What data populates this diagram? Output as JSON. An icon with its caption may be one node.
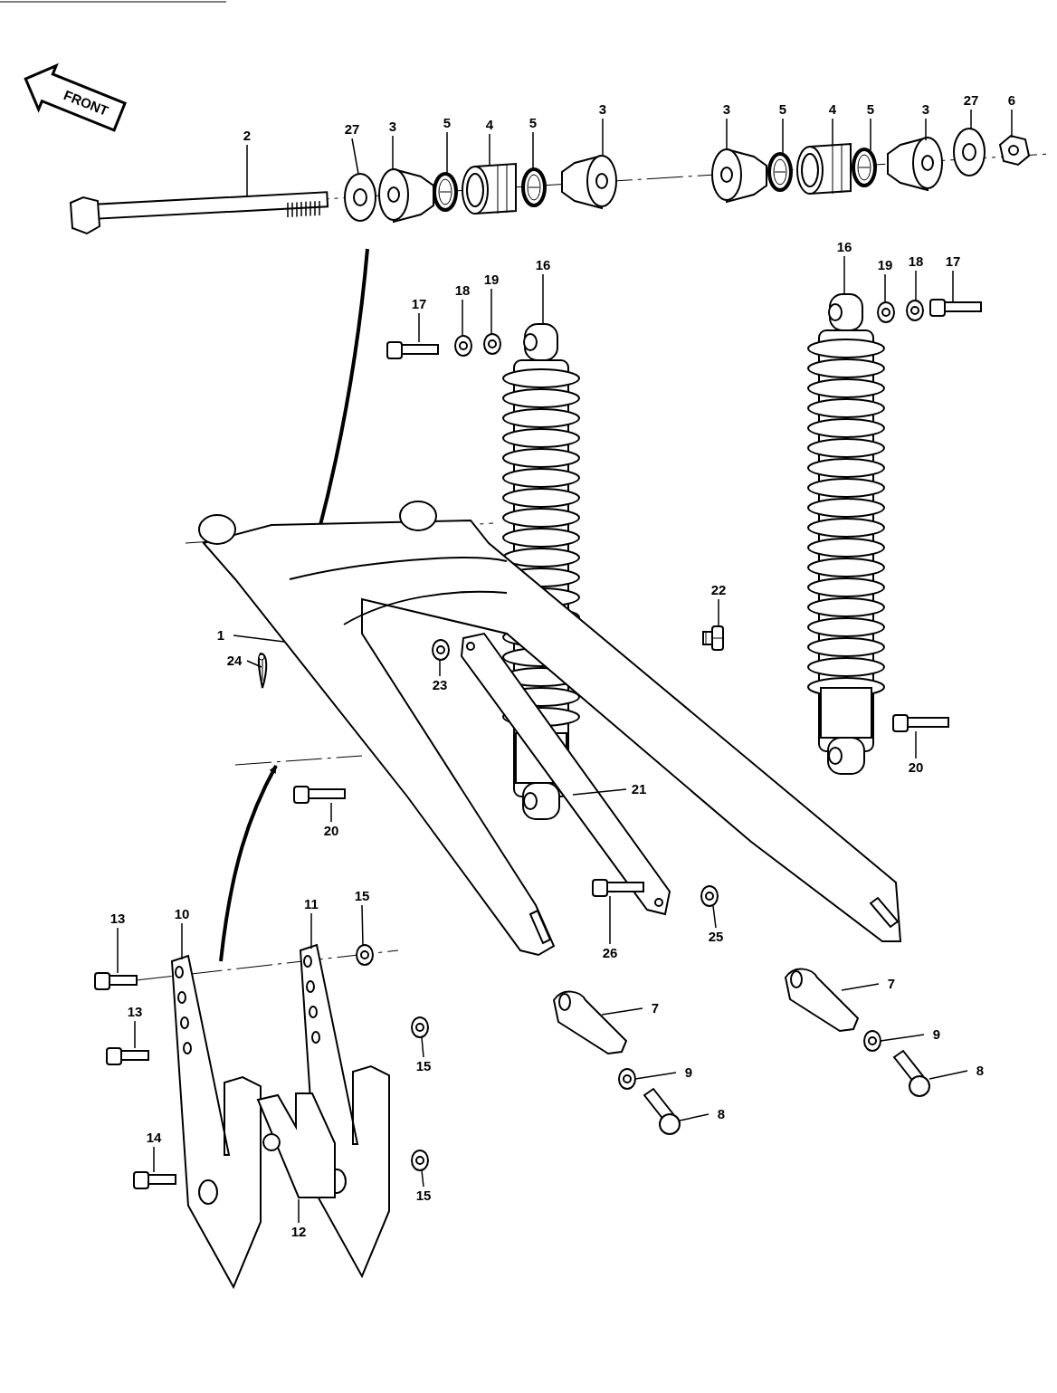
{
  "diagram": {
    "nodes": [
      {
        "text": [
          "2"
        ]
      },
      {
        "text": [
          "27"
        ]
      },
      {
        "text": [
          "3"
        ]
      },
      {
        "text": [
          "5"
        ]
      },
      {
        "text": [
          "4"
        ]
      },
      {
        "text": [
          "5"
        ]
      },
      {
        "text": [
          "3"
        ]
      },
      {
        "text": [
          "3"
        ]
      },
      {
        "text": [
          "5"
        ]
      },
      {
        "text": [
          "4"
        ]
      },
      {
        "text": [
          "5"
        ]
      },
      {
        "text": [
          "3"
        ]
      },
      {
        "text": [
          "27"
        ]
      },
      {
        "text": [
          "6"
        ]
      },
      {
        "text": [
          "16"
        ]
      },
      {
        "text": [
          "17"
        ]
      },
      {
        "text": [
          "18"
        ]
      },
      {
        "text": [
          "19"
        ]
      },
      {
        "text": [
          "16"
        ]
      },
      {
        "text": [
          "19"
        ]
      },
      {
        "text": [
          "18"
        ]
      },
      {
        "text": [
          "17"
        ]
      },
      {
        "text": [
          "22"
        ]
      },
      {
        "text": [
          "1"
        ]
      },
      {
        "text": [
          "24"
        ]
      },
      {
        "text": [
          "23"
        ]
      },
      {
        "text": [
          "20"
        ]
      },
      {
        "text": [
          "21"
        ]
      },
      {
        "text": [
          "20"
        ]
      },
      {
        "text": [
          "13"
        ]
      },
      {
        "text": [
          "10"
        ]
      },
      {
        "text": [
          "11"
        ]
      },
      {
        "text": [
          "15"
        ]
      },
      {
        "text": [
          "26"
        ]
      },
      {
        "text": [
          "25"
        ]
      },
      {
        "text": [
          "7"
        ]
      },
      {
        "text": [
          "7"
        ]
      },
      {
        "text": [
          "13"
        ]
      },
      {
        "text": [
          "15"
        ]
      },
      {
        "text": [
          "9"
        ]
      },
      {
        "text": [
          "9"
        ]
      },
      {
        "text": [
          "8"
        ]
      },
      {
        "text": [
          "8"
        ]
      },
      {
        "text": [
          "14"
        ]
      },
      {
        "text": [
          "15"
        ]
      },
      {
        "text": [
          "12"
        ]
      },
      {
        "text": [],
        "shape": "picture"
      },
      {
        "text": [],
        "shape": "picture"
      },
      {
        "text": [],
        "shape": "picture"
      },
      {
        "text": [],
        "shape": "picture"
      },
      {
        "text": [],
        "shape": "picture"
      },
      {
        "text": [],
        "shape": "picture"
      },
      {
        "text": [],
        "shape": "picture"
      },
      {
        "text": [],
        "shape": "picture"
      },
      {
        "text": [],
        "shape": "picture"
      },
      {
        "text": [],
        "shape": "picture"
      },
      {
        "text": [],
        "shape": "picture"
      },
      {
        "text": [],
        "shape": "picture"
      },
      {
        "text": [],
        "shape": "picture"
      },
      {
        "text": [],
        "shape": "picture"
      },
      {
        "text": [],
        "shape": "picture"
      },
      {
        "text": [],
        "shape": "picture"
      },
      {
        "text": [],
        "shape": "picture"
      },
      {
        "text": [],
        "shape": "picture"
      },
      {
        "text": [],
        "shape": "picture"
      },
      {
        "text": [],
        "shape": "picture"
      },
      {
        "text": [],
        "shape": "picture"
      },
      {
        "text": [],
        "shape": "picture"
      },
      {
        "text": [],
        "shape": "picture"
      },
      {
        "text": [],
        "shape": "picture"
      },
      {
        "text": [],
        "shape": "picture"
      },
      {
        "text": [],
        "shape": "picture"
      },
      {
        "text": [],
        "shape": "picture"
      },
      {
        "text": [],
        "shape": "picture"
      },
      {
        "text": [],
        "shape": "picture"
      },
      {
        "text": [],
        "shape": "picture"
      },
      {
        "text": [],
        "shape": "picture"
      },
      {
        "text": [],
        "shape": "picture"
      },
      {
        "text": [],
        "shape": "picture"
      },
      {
        "text": [],
        "shape": "picture"
      },
      {
        "text": [],
        "shape": "picture"
      },
      {
        "text": [],
        "shape": "picture"
      },
      {
        "text": [],
        "shape": "picture"
      },
      {
        "text": [],
        "shape": "picture"
      },
      {
        "text": [],
        "shape": "picture"
      },
      {
        "text": [],
        "shape": "picture"
      },
      {
        "text": [],
        "shape": "picture"
      },
      {
        "text": [],
        "shape": "picture"
      },
      {
        "text": [],
        "shape": "picture"
      },
      {
        "text": [],
        "shape": "picture"
      },
      {
        "text": [],
        "shape": "picture"
      },
      {
        "text": [],
        "shape": "picture"
      }
    ],
    "edges": [
      {
        "from": 0,
        "to": 46,
        "arrow": "none"
      },
      {
        "from": 1,
        "to": 47,
        "arrow": "none"
      },
      {
        "from": 2,
        "to": 48,
        "arrow": "none"
      },
      {
        "from": 3,
        "to": 49,
        "arrow": "none"
      },
      {
        "from": 4,
        "to": 50,
        "arrow": "none"
      },
      {
        "from": 5,
        "to": 51,
        "arrow": "none"
      },
      {
        "from": 6,
        "to": 52,
        "arrow": "none"
      },
      {
        "from": 7,
        "to": 53,
        "arrow": "none"
      },
      {
        "from": 8,
        "to": 54,
        "arrow": "none"
      },
      {
        "from": 9,
        "to": 55,
        "arrow": "none"
      },
      {
        "from": 10,
        "to": 56,
        "arrow": "none"
      },
      {
        "from": 11,
        "to": 57,
        "arrow": "none"
      },
      {
        "from": 12,
        "to": 58,
        "arrow": "none"
      },
      {
        "from": 13,
        "to": 59,
        "arrow": "none"
      },
      {
        "from": 14,
        "to": 60,
        "arrow": "none"
      },
      {
        "from": 15,
        "to": 61,
        "arrow": "none"
      },
      {
        "from": 16,
        "to": 62,
        "arrow": "none"
      },
      {
        "from": 17,
        "to": 63,
        "arrow": "none"
      },
      {
        "from": 18,
        "to": 64,
        "arrow": "none"
      },
      {
        "from": 19,
        "to": 65,
        "arrow": "none"
      },
      {
        "from": 20,
        "to": 66,
        "arrow": "none"
      },
      {
        "from": 21,
        "to": 67,
        "arrow": "none"
      },
      {
        "from": 22,
        "to": 68,
        "arrow": "none"
      },
      {
        "from": 23,
        "to": 69,
        "arrow": "none"
      },
      {
        "from": 24,
        "to": 70,
        "arrow": "none"
      },
      {
        "from": 25,
        "to": 71,
        "arrow": "none"
      },
      {
        "from": 26,
        "to": 72,
        "arrow": "none"
      },
      {
        "from": 27,
        "to": 73,
        "arrow": "none"
      },
      {
        "from": 28,
        "to": 74,
        "arrow": "none"
      },
      {
        "from": 29,
        "to": 75,
        "arrow": "none"
      },
      {
        "from": 30,
        "to": 76,
        "arrow": "none"
      },
      {
        "from": 31,
        "to": 77,
        "arrow": "none"
      },
      {
        "from": 32,
        "to": 78,
        "arrow": "none"
      },
      {
        "from": 33,
        "to": 79,
        "arrow": "none"
      },
      {
        "from": 34,
        "to": 80,
        "arrow": "none"
      },
      {
        "from": 35,
        "to": 81,
        "arrow": "none"
      },
      {
        "from": 36,
        "to": 82,
        "arrow": "none"
      },
      {
        "from": 37,
        "to": 83,
        "arrow": "none"
      },
      {
        "from": 38,
        "to": 84,
        "arrow": "none"
      },
      {
        "from": 39,
        "to": 85,
        "arrow": "none"
      },
      {
        "from": 40,
        "to": 86,
        "arrow": "none"
      },
      {
        "from": 41,
        "to": 87,
        "arrow": "none"
      },
      {
        "from": 42,
        "to": 88,
        "arrow": "none"
      },
      {
        "from": 43,
        "to": 89,
        "arrow": "none"
      },
      {
        "from": 44,
        "to": 90,
        "arrow": "none"
      },
      {
        "from": 45,
        "to": 91,
        "arrow": "none"
      }
    ],
    "labels": [
      "FRONT"
    ]
  }
}
